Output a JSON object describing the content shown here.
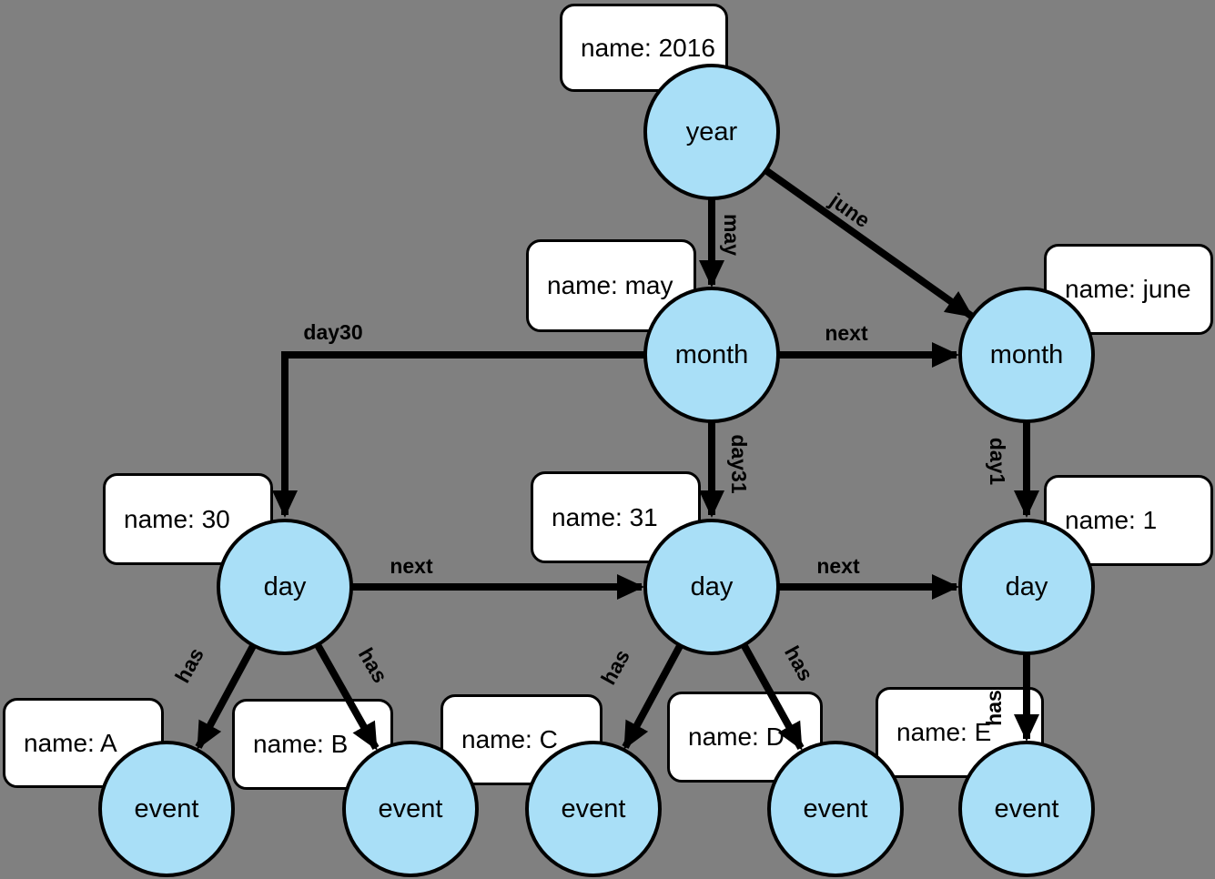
{
  "colors": {
    "background": "#808080",
    "node_fill": "#A9DFF7",
    "node_border": "#000000",
    "box_fill": "#FFFFFF",
    "box_border": "#000000",
    "edge_color": "#000000",
    "text": "#000000"
  },
  "graph": {
    "nodes": [
      {
        "id": "year",
        "label": "year",
        "property": "name: 2016"
      },
      {
        "id": "month-may",
        "label": "month",
        "property": "name: may"
      },
      {
        "id": "month-june",
        "label": "month",
        "property": "name: june"
      },
      {
        "id": "day-30",
        "label": "day",
        "property": "name: 30"
      },
      {
        "id": "day-31",
        "label": "day",
        "property": "name: 31"
      },
      {
        "id": "day-1",
        "label": "day",
        "property": "name: 1"
      },
      {
        "id": "event-a",
        "label": "event",
        "property": "name: A"
      },
      {
        "id": "event-b",
        "label": "event",
        "property": "name: B"
      },
      {
        "id": "event-c",
        "label": "event",
        "property": "name: C"
      },
      {
        "id": "event-d",
        "label": "event",
        "property": "name: D"
      },
      {
        "id": "event-e",
        "label": "event",
        "property": "name: E"
      }
    ],
    "edges": [
      {
        "from": "year",
        "to": "month-may",
        "label": "may"
      },
      {
        "from": "year",
        "to": "month-june",
        "label": "june"
      },
      {
        "from": "month-may",
        "to": "month-june",
        "label": "next"
      },
      {
        "from": "month-may",
        "to": "day-30",
        "label": "day30"
      },
      {
        "from": "month-may",
        "to": "day-31",
        "label": "day31"
      },
      {
        "from": "month-june",
        "to": "day-1",
        "label": "day1"
      },
      {
        "from": "day-30",
        "to": "day-31",
        "label": "next"
      },
      {
        "from": "day-31",
        "to": "day-1",
        "label": "next"
      },
      {
        "from": "day-30",
        "to": "event-a",
        "label": "has"
      },
      {
        "from": "day-30",
        "to": "event-b",
        "label": "has"
      },
      {
        "from": "day-31",
        "to": "event-c",
        "label": "has"
      },
      {
        "from": "day-31",
        "to": "event-d",
        "label": "has"
      },
      {
        "from": "day-1",
        "to": "event-e",
        "label": "has"
      }
    ]
  }
}
